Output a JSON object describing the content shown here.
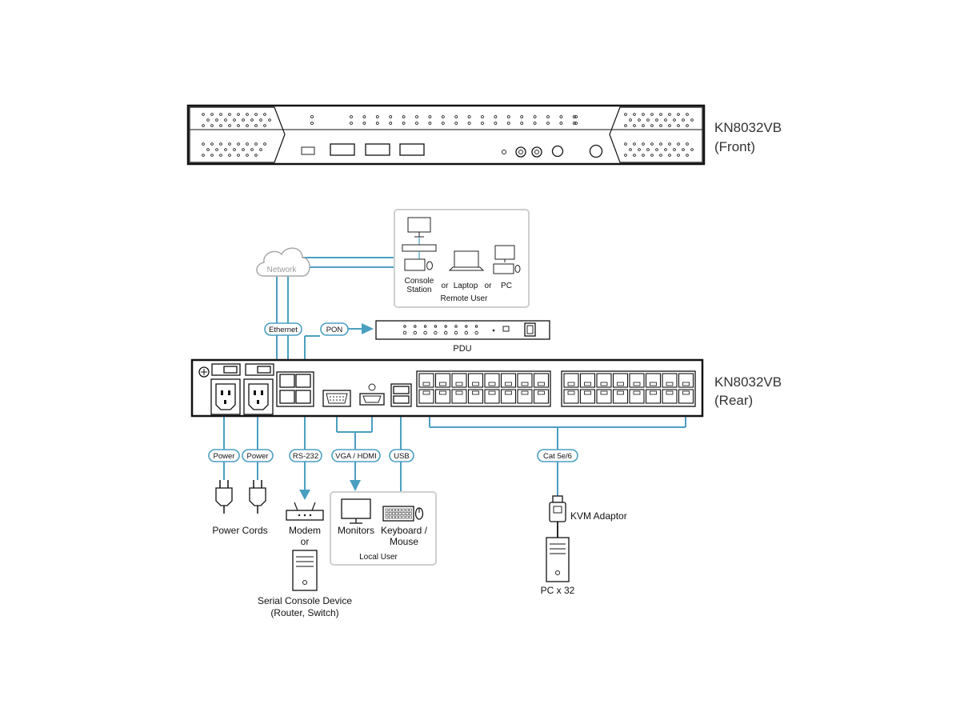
{
  "front_unit": {
    "model": "KN8032VB",
    "view": "(Front)"
  },
  "rear_unit": {
    "model": "KN8032VB",
    "view": "(Rear)"
  },
  "network": {
    "label": "Network"
  },
  "remote_panel": {
    "console_station_line1": "Console",
    "console_station_line2": "Station",
    "or_1": "or",
    "laptop": "Laptop",
    "or_2": "or",
    "pc": "PC",
    "caption": "Remote User"
  },
  "pdu": {
    "label": "PDU"
  },
  "tags": {
    "ethernet": "Ethernet",
    "pon": "PON",
    "power_1": "Power",
    "power_2": "Power",
    "rs232": "RS-232",
    "vga_hdmi": "VGA / HDMI",
    "usb": "USB",
    "cat": "Cat 5e/6"
  },
  "power_cords": {
    "label": "Power Cords"
  },
  "serial": {
    "modem": "Modem",
    "or": "or",
    "device_line1": "Serial Console Device",
    "device_line2": "(Router, Switch)"
  },
  "local_panel": {
    "monitors": "Monitors",
    "keyboard_line1": "Keyboard /",
    "keyboard_line2": "Mouse",
    "caption": "Local User"
  },
  "kvm": {
    "adaptor": "KVM Adaptor",
    "pc_count": "PC x 32"
  },
  "colors": {
    "cable": "#4a9fc1",
    "panel_border": "#cfcfcf",
    "device": "#111111"
  }
}
